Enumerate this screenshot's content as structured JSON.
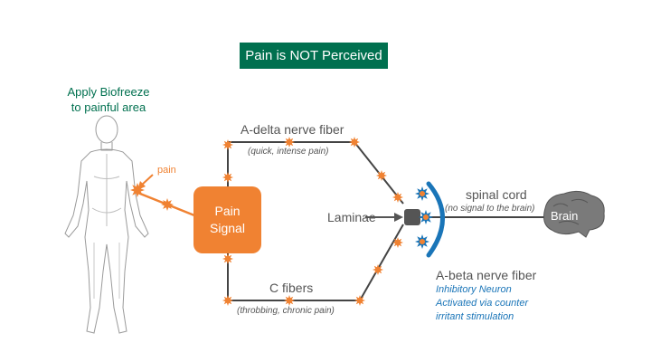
{
  "title": "Pain is NOT Perceived",
  "instruction": {
    "line1": "Apply Biofreeze",
    "line2": "to painful area"
  },
  "body_figure": {
    "pain_label": "pain"
  },
  "pain_signal": {
    "line1": "Pain",
    "line2": "Signal"
  },
  "a_delta": {
    "label": "A-delta nerve fiber",
    "sublabel": "(quick, intense pain)"
  },
  "c_fibers": {
    "label": "C fibers",
    "sublabel": "(throbbing, chronic pain)"
  },
  "laminae": {
    "label": "Laminae"
  },
  "spinal_cord": {
    "label": "spinal cord",
    "sublabel": "(no signal to the brain)"
  },
  "brain": {
    "label": "Brain"
  },
  "a_beta": {
    "label": "A-beta nerve fiber",
    "desc": [
      "Inhibitory Neuron",
      "Activated via counter",
      "irritant stimulation"
    ]
  },
  "colors": {
    "brand_green": "#00704f",
    "pain_orange": "#f08232",
    "inhibitory_blue": "#1a75b8",
    "line_grey": "#444444",
    "brain_grey": "#7a7a7a"
  }
}
